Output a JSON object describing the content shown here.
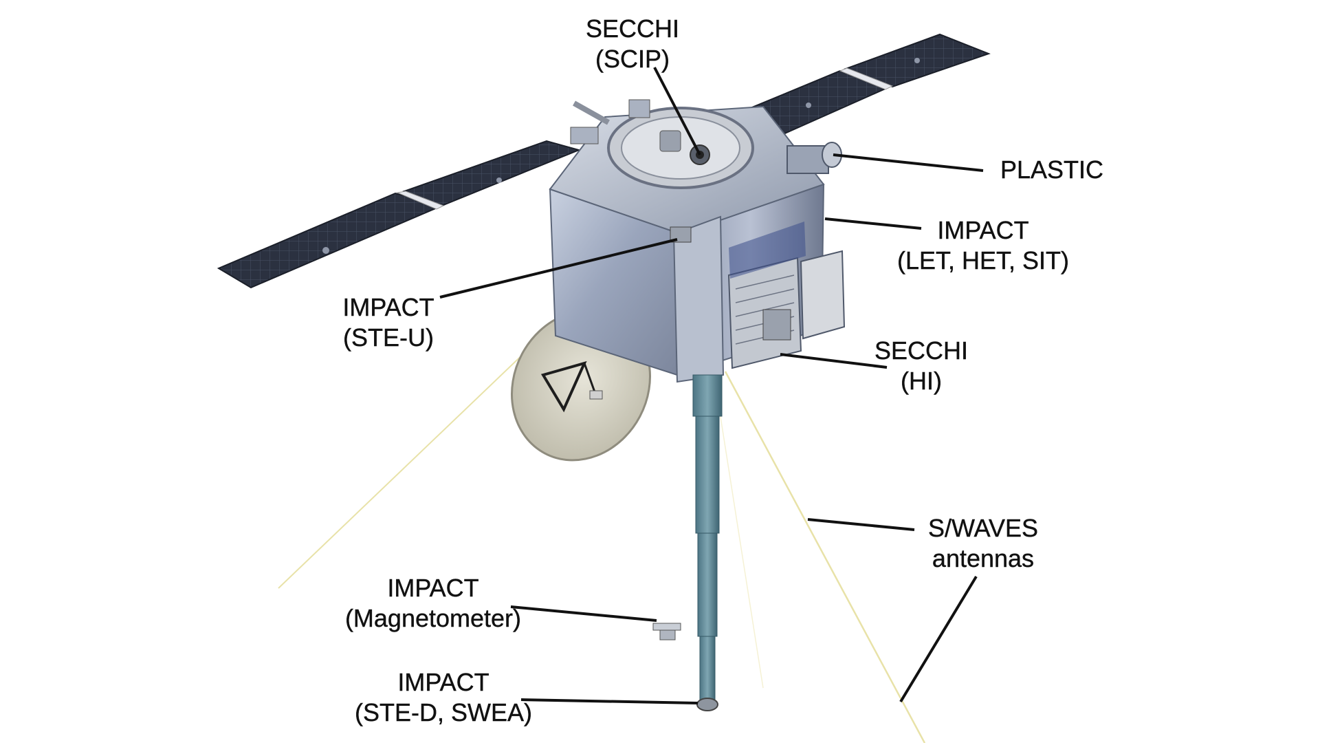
{
  "figure": {
    "labels": {
      "secchi_scip": {
        "line1": "SECCHI",
        "line2": "(SCIP)"
      },
      "plastic": {
        "line1": "PLASTIC"
      },
      "impact_let": {
        "line1": "IMPACT",
        "line2": "(LET, HET, SIT)"
      },
      "impact_steu": {
        "line1": "IMPACT",
        "line2": "(STE-U)"
      },
      "secchi_hi": {
        "line1": "SECCHI",
        "line2": "(HI)"
      },
      "swaves": {
        "line1": "S/WAVES",
        "line2": "antennas"
      },
      "impact_mag": {
        "line1": "IMPACT",
        "line2": "(Magnetometer)"
      },
      "impact_sted": {
        "line1": "IMPACT",
        "line2": "(STE-D, SWEA)"
      }
    },
    "colors": {
      "solar_panel": "#2b3140",
      "panel_grid": "#4a5366",
      "body_foil": "#a9b3c7",
      "body_shadow": "#7d879c",
      "boom": "#5f8896",
      "antenna_wire": "#e8e2a8",
      "dish": "#d9d6c8",
      "leader_line": "#111111"
    }
  }
}
